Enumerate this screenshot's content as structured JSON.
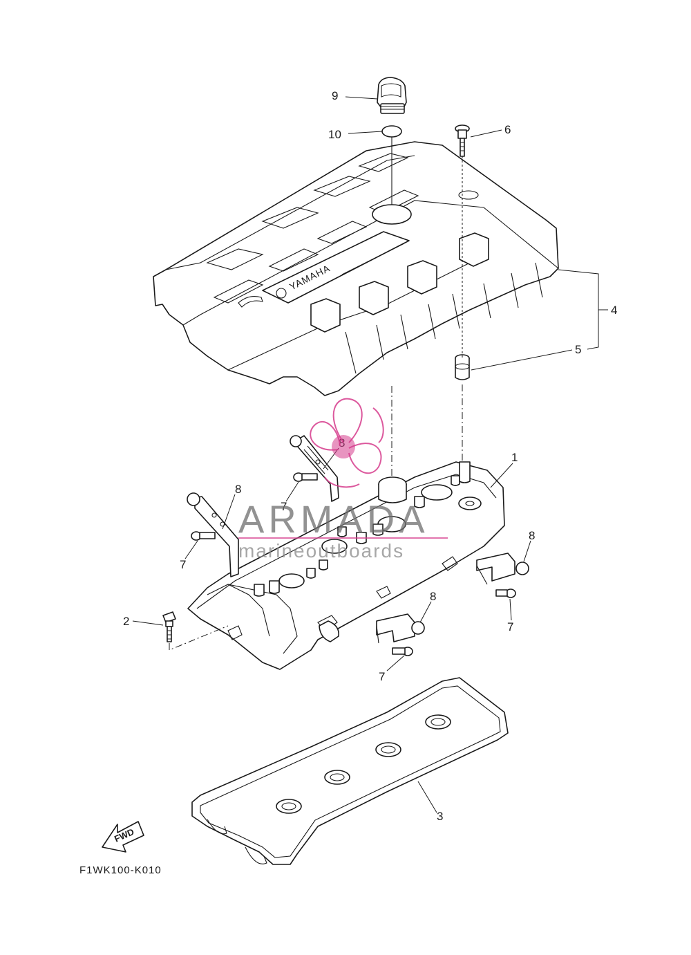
{
  "diagram": {
    "code": "F1WK100-K010",
    "fwd_label": "FWD",
    "cover_brand": "YAMAHA",
    "callouts": [
      "1",
      "2",
      "3",
      "4",
      "5",
      "6",
      "7",
      "8",
      "9",
      "10"
    ]
  },
  "watermark": {
    "name": "ARMADA",
    "tagline": "marineoutboards",
    "accent_color": "#d63c8c",
    "text_color": "#6e6e6e"
  }
}
